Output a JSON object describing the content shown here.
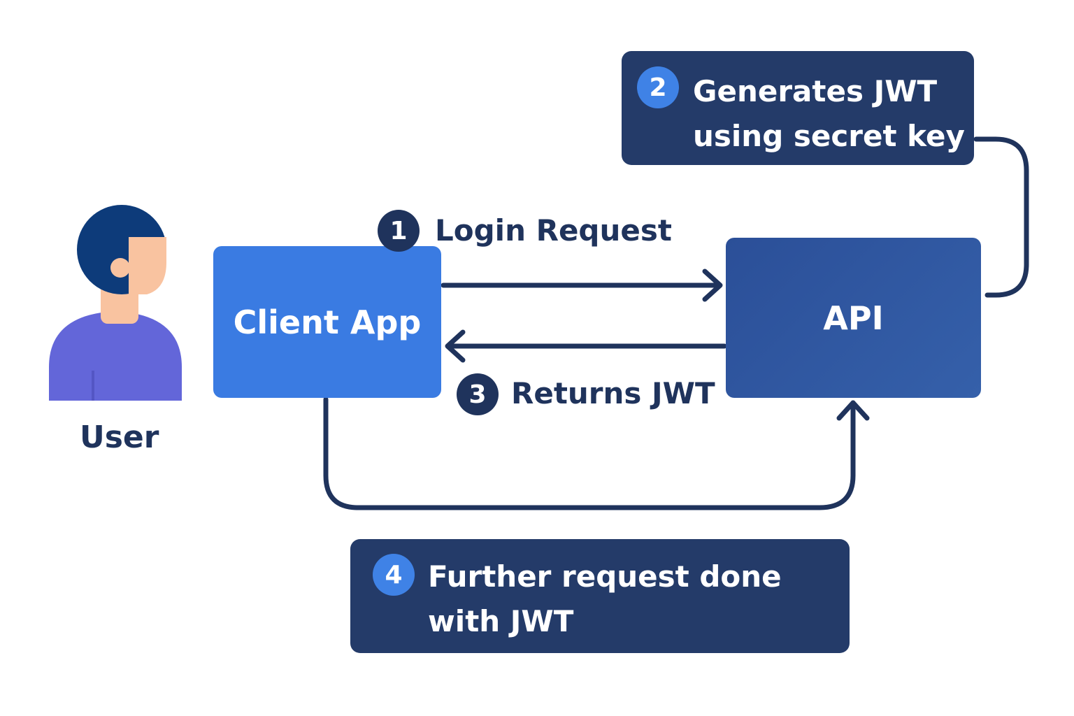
{
  "user": {
    "label": "User"
  },
  "client_app": {
    "label": "Client App"
  },
  "api": {
    "label": "API"
  },
  "steps": [
    {
      "number": "1",
      "text": "Login Request"
    },
    {
      "number": "2",
      "lines": [
        "Generates JWT",
        "using secret key"
      ]
    },
    {
      "number": "3",
      "text": "Returns JWT"
    },
    {
      "number": "4",
      "lines": [
        "Further request done",
        "with JWT"
      ]
    }
  ],
  "colors": {
    "client_box": "#3a7be2",
    "api_box": "#2b4f98",
    "note_bg": "#243b69",
    "badge_light": "#3f82e6",
    "badge_dark": "#1f335c",
    "connector": "#1f335c",
    "user_shirt": "#6366d9",
    "user_skin": "#f9c3a0",
    "user_hair": "#0d3b7a"
  },
  "icons": {
    "user": "user-avatar-icon"
  }
}
